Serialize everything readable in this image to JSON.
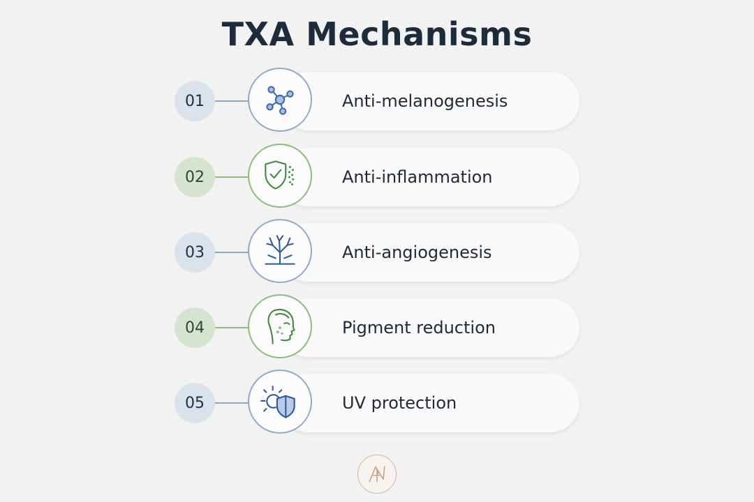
{
  "title": "TXA Mechanisms",
  "colors": {
    "blue_accent": "#8ea9cc",
    "green_accent": "#89be77",
    "title": "#1e2b3d",
    "logo": "#d8b49e"
  },
  "steps": [
    {
      "number": "01",
      "label": "Anti-melanogenesis",
      "icon": "molecule-icon",
      "theme": "blue"
    },
    {
      "number": "02",
      "label": "Anti-inflammation",
      "icon": "shield-check-icon",
      "theme": "green"
    },
    {
      "number": "03",
      "label": "Anti-angiogenesis",
      "icon": "branching-vessels-icon",
      "theme": "blue"
    },
    {
      "number": "04",
      "label": "Pigment reduction",
      "icon": "face-profile-icon",
      "theme": "green"
    },
    {
      "number": "05",
      "label": "UV protection",
      "icon": "sun-shield-icon",
      "theme": "blue"
    }
  ],
  "logo": {
    "icon": "monogram-logo"
  }
}
